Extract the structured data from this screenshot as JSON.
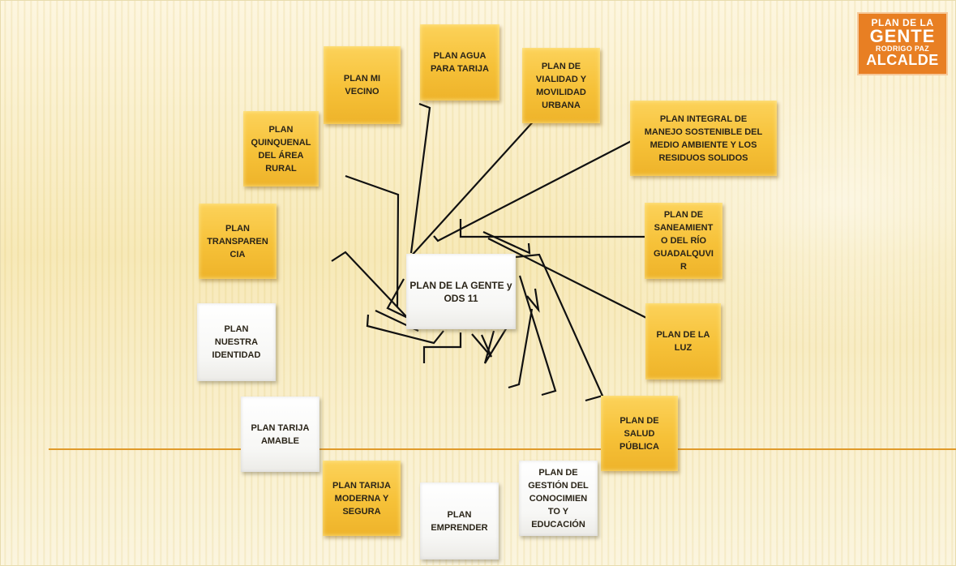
{
  "logo": {
    "line1": "PLAN DE LA",
    "line2": "GENTE",
    "line3": "RODRIGO PAZ",
    "line4": "ALCALDE"
  },
  "colors": {
    "gold": "#f6c138",
    "white": "#ffffff",
    "accent_line": "#e09a2a",
    "logo_orange": "#e87f23"
  },
  "center": {
    "label": "PLAN DE LA GENTE y\nODS 11"
  },
  "plans": {
    "agua": "PLAN AGUA\nPARA TARIJA",
    "mi_vecino": "PLAN MI\nVECINO",
    "vialidad": "PLAN DE\nVIALIDAD Y\nMOVILIDAD\nURBANA",
    "medio_ambiente": "PLAN INTEGRAL DE\nMANEJO SOSTENIBLE DEL\nMEDIO AMBIENTE Y LOS\nRESIDUOS SOLIDOS",
    "quinquenal": "PLAN\nQUINQUENAL\nDEL ÁREA\nRURAL",
    "transparencia": "PLAN\nTRANSPAREN\nCIA",
    "saneamiento": "PLAN DE\nSANEAMIENT\nO DEL RÍO\nGUADALQUVI\nR",
    "luz": "PLAN DE LA\nLUZ",
    "identidad": "PLAN\nNUESTRA\nIDENTIDAD",
    "salud": "PLAN DE\nSALUD\nPÚBLICA",
    "tarija_amable": "PLAN TARIJA\nAMABLE",
    "moderna_segura": "PLAN TARIJA\nMODERNA Y\nSEGURA",
    "emprender": "PLAN\nEMPRENDER",
    "conocimiento": "PLAN DE\nGESTIÓN DEL\nCONOCIMIEN\nTO Y\nEDUCACIÓN"
  }
}
